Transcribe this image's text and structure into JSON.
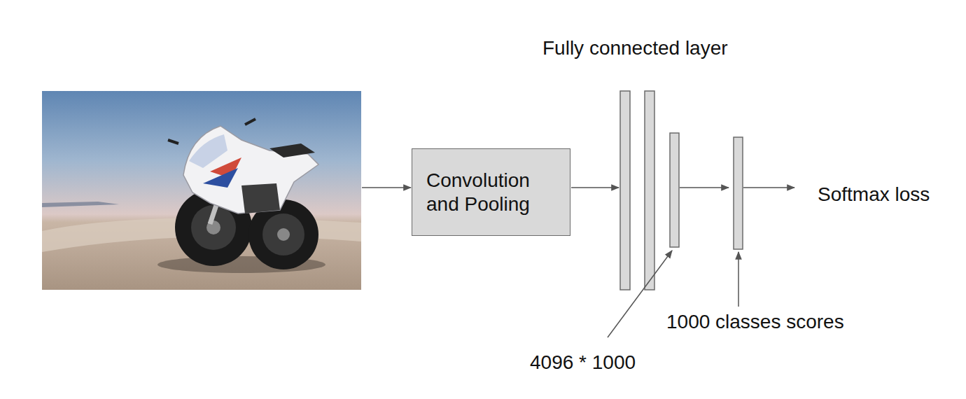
{
  "diagram": {
    "nodes": [
      {
        "text": [
          "Convolution and Pooling"
        ]
      }
    ],
    "labels": [
      "Fully connected layer",
      "Softmax loss",
      "1000 classes scores",
      "4096 * 1000"
    ]
  }
}
